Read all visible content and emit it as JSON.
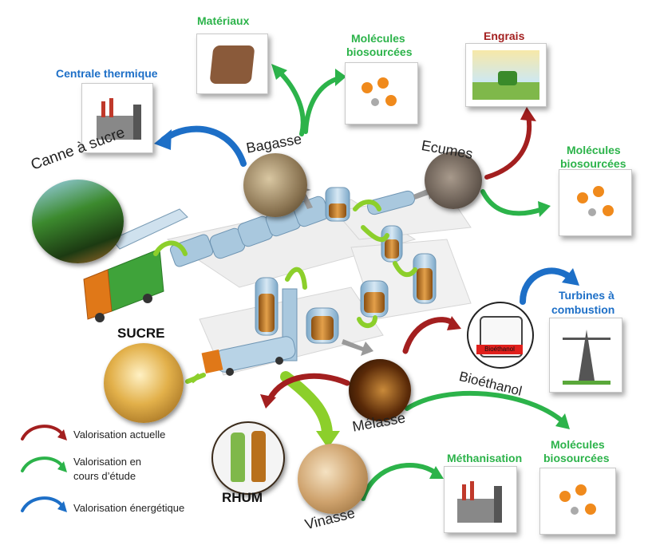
{
  "products": {
    "canne": "Canne à sucre",
    "bagasse": "Bagasse",
    "ecumes": "Ecumes",
    "sucre": "SUCRE",
    "melasse": "Mélasse",
    "rhum": "RHUM",
    "vinasse": "Vinasse",
    "bioethanol": "Bioéthanol",
    "bioethanol_tag": "Bioéthanol"
  },
  "uses": {
    "materiaux": "Matériaux",
    "molecules_line1": "Molécules",
    "molecules_line2": "biosourcées",
    "engrais": "Engrais",
    "centrale": "Centrale thermique",
    "turbines_line1": "Turbines à",
    "turbines_line2": "combustion",
    "methanisation": "Méthanisation"
  },
  "legend": [
    {
      "label_line1": "Valorisation actuelle",
      "label_line2": "",
      "color": "#a31f1f"
    },
    {
      "label_line1": "Valorisation en",
      "label_line2": "cours d’étude",
      "color": "#2cb34a"
    },
    {
      "label_line1": "Valorisation énergétique",
      "label_line2": "",
      "color": "#1d6fc7"
    }
  ],
  "colors": {
    "green": "#2cb34a",
    "blue": "#1d6fc7",
    "red": "#a31f1f",
    "pipe": "#8ccf2b",
    "machine": "#a9c8de"
  }
}
